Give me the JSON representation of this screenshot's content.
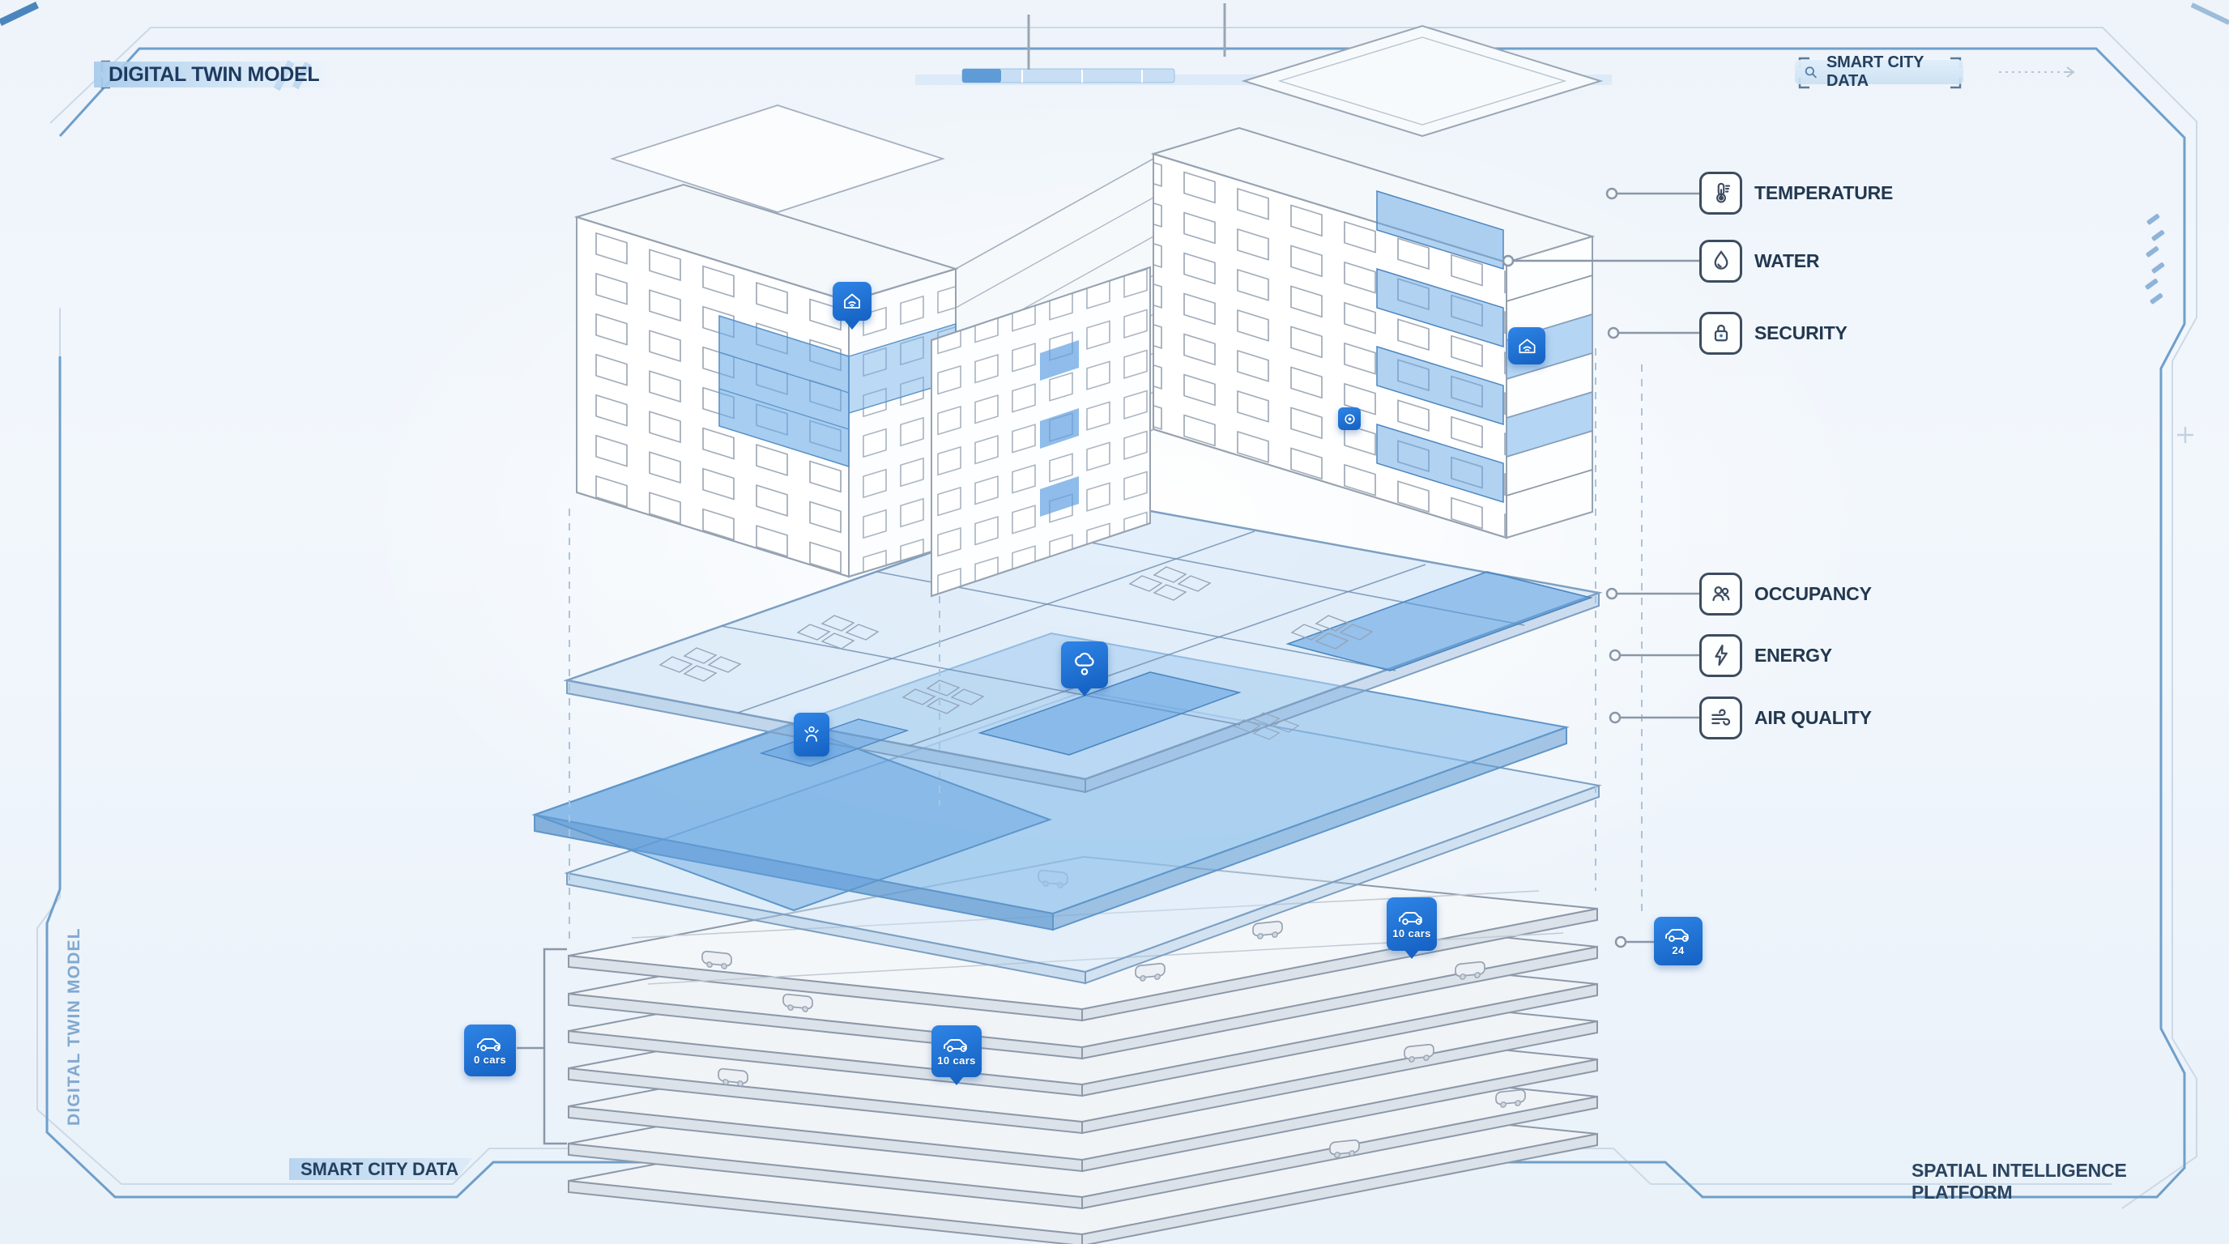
{
  "title_bar": {
    "model_label": "DIGITAL TWIN MODEL"
  },
  "search": {
    "value": "SMART CITY DATA",
    "icon": "search-icon"
  },
  "legend_upper": [
    {
      "label": "TEMPERATURE",
      "icon": "thermometer-icon"
    },
    {
      "label": "WATER",
      "icon": "water-drop-icon"
    },
    {
      "label": "SECURITY",
      "icon": "padlock-icon"
    }
  ],
  "legend_lower": [
    {
      "label": "OCCUPANCY",
      "icon": "people-icon"
    },
    {
      "label": "ENERGY",
      "icon": "lightning-icon"
    },
    {
      "label": "AIR QUALITY",
      "icon": "wind-icon"
    }
  ],
  "badges": {
    "home": {
      "icon": "home-wifi-icon"
    },
    "smart_home": {
      "icon": "home-wifi-icon"
    },
    "camera": {
      "icon": "camera-icon"
    },
    "climate": {
      "icon": "climate-sensor-icon"
    },
    "occupant": {
      "icon": "occupant-icon"
    },
    "parking_left": {
      "icon": "car-icon",
      "count": "0 cars"
    },
    "parking_mid": {
      "icon": "car-icon",
      "count": "10 cars"
    },
    "parking_upper": {
      "icon": "car-icon",
      "count": "10 cars"
    },
    "parking_right": {
      "icon": "car-icon",
      "count": "24"
    }
  },
  "footer": {
    "left_label": "SMART CITY DATA",
    "right_label": "SPATIAL INTELLIGENCE PLATFORM"
  },
  "side": {
    "vertical_label": "DIGITAL TWIN MODEL"
  },
  "colors": {
    "accent_blue": "#1e6fd2",
    "frame_blue": "#6f9fca",
    "ink": "#1d3a5f",
    "highlight_fill": "#a9cdf0"
  }
}
